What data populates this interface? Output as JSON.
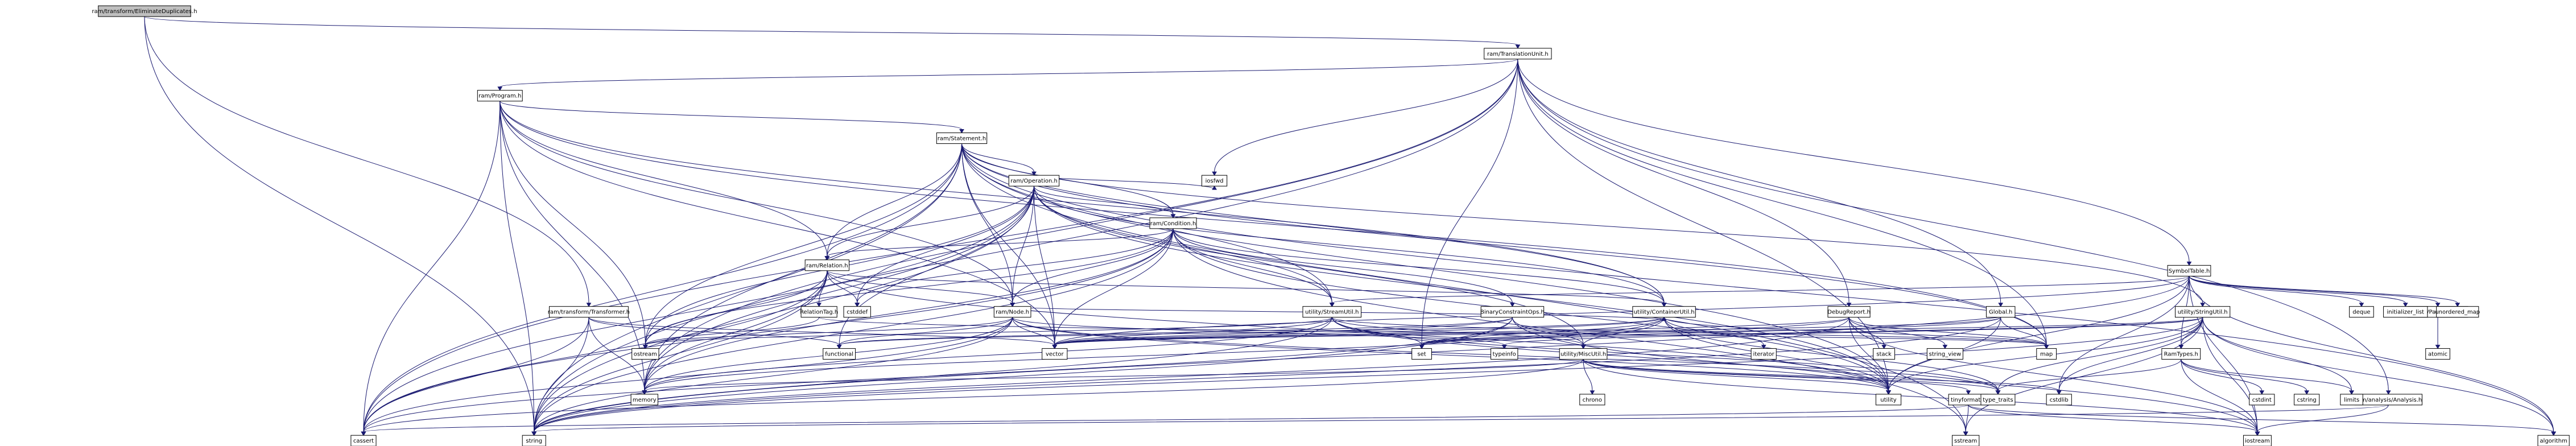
{
  "colors": {
    "edge": "#191970",
    "node_border": "#000000",
    "node_fill": "#ffffff",
    "root_fill": "#bfbfbf",
    "truncated_border": "#ff0000"
  },
  "nodes": [
    {
      "id": "root",
      "label": "ram/transform/EliminateDuplicates.h",
      "kind": "root"
    },
    {
      "id": "tu",
      "label": "ram/TranslationUnit.h"
    },
    {
      "id": "program",
      "label": "ram/Program.h"
    },
    {
      "id": "statement",
      "label": "ram/Statement.h"
    },
    {
      "id": "operation",
      "label": "ram/Operation.h",
      "kind": "truncated"
    },
    {
      "id": "condition",
      "label": "ram/Condition.h",
      "kind": "truncated"
    },
    {
      "id": "relation",
      "label": "ram/Relation.h"
    },
    {
      "id": "ramnode",
      "label": "ram/Node.h"
    },
    {
      "id": "reltag",
      "label": "RelationTag.h"
    },
    {
      "id": "transformer",
      "label": "ram/transform/Transformer.h"
    },
    {
      "id": "symtab",
      "label": "SymbolTable.h"
    },
    {
      "id": "streamutil",
      "label": "utility/StreamUtil.h"
    },
    {
      "id": "binaryops",
      "label": "BinaryConstraintOps.h"
    },
    {
      "id": "containerutil",
      "label": "utility/ContainerUtil.h"
    },
    {
      "id": "debugreport",
      "label": "DebugReport.h"
    },
    {
      "id": "global",
      "label": "Global.h"
    },
    {
      "id": "stringutil",
      "label": "utility/StringUtil.h",
      "kind": "truncated"
    },
    {
      "id": "parallelutil",
      "label": "utility/ParallelUtil.h"
    },
    {
      "id": "miscutil",
      "label": "utility/MiscUtil.h"
    },
    {
      "id": "ramtypes",
      "label": "RamTypes.h"
    },
    {
      "id": "analysis",
      "label": "ram/analysis/Analysis.h"
    },
    {
      "id": "tinyformat",
      "label": "tinyformat.h"
    },
    {
      "id": "iosfwd",
      "label": "iosfwd"
    },
    {
      "id": "cstddef",
      "label": "cstddef"
    },
    {
      "id": "deque",
      "label": "deque"
    },
    {
      "id": "initializer_list",
      "label": "initializer_list"
    },
    {
      "id": "unordered_map",
      "label": "unordered_map"
    },
    {
      "id": "atomic",
      "label": "atomic"
    },
    {
      "id": "ostream",
      "label": "ostream"
    },
    {
      "id": "functional",
      "label": "functional"
    },
    {
      "id": "vector",
      "label": "vector"
    },
    {
      "id": "set",
      "label": "set"
    },
    {
      "id": "typeinfo",
      "label": "typeinfo"
    },
    {
      "id": "iterator",
      "label": "iterator"
    },
    {
      "id": "stack",
      "label": "stack"
    },
    {
      "id": "string_view",
      "label": "string_view"
    },
    {
      "id": "map",
      "label": "map"
    },
    {
      "id": "memory",
      "label": "memory"
    },
    {
      "id": "chrono",
      "label": "chrono"
    },
    {
      "id": "utility",
      "label": "utility"
    },
    {
      "id": "type_traits",
      "label": "type_traits"
    },
    {
      "id": "cstdlib",
      "label": "cstdlib"
    },
    {
      "id": "cstdint",
      "label": "cstdint"
    },
    {
      "id": "cstring",
      "label": "cstring"
    },
    {
      "id": "limits",
      "label": "limits"
    },
    {
      "id": "cassert",
      "label": "cassert"
    },
    {
      "id": "string",
      "label": "string"
    },
    {
      "id": "sstream",
      "label": "sstream"
    },
    {
      "id": "iostream",
      "label": "iostream"
    },
    {
      "id": "algorithm",
      "label": "algorithm"
    }
  ],
  "edges": [
    [
      "root",
      "tu"
    ],
    [
      "root",
      "transformer"
    ],
    [
      "root",
      "string"
    ],
    [
      "tu",
      "program"
    ],
    [
      "tu",
      "symtab"
    ],
    [
      "tu",
      "debugreport"
    ],
    [
      "tu",
      "global"
    ],
    [
      "tu",
      "analysis"
    ],
    [
      "tu",
      "iosfwd"
    ],
    [
      "tu",
      "map"
    ],
    [
      "tu",
      "memory"
    ],
    [
      "tu",
      "utility"
    ],
    [
      "tu",
      "string"
    ],
    [
      "tu",
      "cassert"
    ],
    [
      "tu",
      "set"
    ],
    [
      "program",
      "statement"
    ],
    [
      "program",
      "relation"
    ],
    [
      "program",
      "ramnode"
    ],
    [
      "program",
      "containerutil"
    ],
    [
      "program",
      "map"
    ],
    [
      "program",
      "memory"
    ],
    [
      "program",
      "string"
    ],
    [
      "program",
      "vector"
    ],
    [
      "program",
      "cassert"
    ],
    [
      "program",
      "ostream"
    ],
    [
      "statement",
      "operation"
    ],
    [
      "statement",
      "condition"
    ],
    [
      "statement",
      "relation"
    ],
    [
      "statement",
      "ramnode"
    ],
    [
      "statement",
      "streamutil"
    ],
    [
      "statement",
      "containerutil"
    ],
    [
      "statement",
      "stringutil"
    ],
    [
      "statement",
      "map"
    ],
    [
      "statement",
      "memory"
    ],
    [
      "statement",
      "string"
    ],
    [
      "statement",
      "vector"
    ],
    [
      "statement",
      "cassert"
    ],
    [
      "statement",
      "ostream"
    ],
    [
      "statement",
      "utility"
    ],
    [
      "statement",
      "algorithm"
    ],
    [
      "statement",
      "sstream"
    ],
    [
      "operation",
      "condition"
    ],
    [
      "operation",
      "relation"
    ],
    [
      "operation",
      "ramnode"
    ],
    [
      "operation",
      "streamutil"
    ],
    [
      "operation",
      "containerutil"
    ],
    [
      "operation",
      "iosfwd"
    ],
    [
      "operation",
      "cstddef"
    ],
    [
      "operation",
      "memory"
    ],
    [
      "operation",
      "string"
    ],
    [
      "operation",
      "vector"
    ],
    [
      "operation",
      "cassert"
    ],
    [
      "operation",
      "ostream"
    ],
    [
      "operation",
      "utility"
    ],
    [
      "operation",
      "miscutil"
    ],
    [
      "operation",
      "functional"
    ],
    [
      "condition",
      "relation"
    ],
    [
      "condition",
      "ramnode"
    ],
    [
      "condition",
      "streamutil"
    ],
    [
      "condition",
      "binaryops"
    ],
    [
      "condition",
      "containerutil"
    ],
    [
      "condition",
      "cstddef"
    ],
    [
      "condition",
      "memory"
    ],
    [
      "condition",
      "string"
    ],
    [
      "condition",
      "vector"
    ],
    [
      "condition",
      "cassert"
    ],
    [
      "condition",
      "ostream"
    ],
    [
      "condition",
      "utility"
    ],
    [
      "condition",
      "sstream"
    ],
    [
      "relation",
      "reltag"
    ],
    [
      "relation",
      "ramnode"
    ],
    [
      "relation",
      "containerutil"
    ],
    [
      "relation",
      "cstddef"
    ],
    [
      "relation",
      "memory"
    ],
    [
      "relation",
      "string"
    ],
    [
      "relation",
      "cassert"
    ],
    [
      "relation",
      "ostream"
    ],
    [
      "relation",
      "utility"
    ],
    [
      "reltag",
      "ostream"
    ],
    [
      "reltag",
      "map"
    ],
    [
      "ramnode",
      "containerutil"
    ],
    [
      "ramnode",
      "functional"
    ],
    [
      "ramnode",
      "memory"
    ],
    [
      "ramnode",
      "string"
    ],
    [
      "ramnode",
      "vector"
    ],
    [
      "ramnode",
      "cassert"
    ],
    [
      "ramnode",
      "ostream"
    ],
    [
      "ramnode",
      "utility"
    ],
    [
      "ramnode",
      "typeinfo"
    ],
    [
      "ramnode",
      "type_traits"
    ],
    [
      "transformer",
      "string"
    ],
    [
      "transformer",
      "memory"
    ],
    [
      "transformer",
      "cassert"
    ],
    [
      "transformer",
      "functional"
    ],
    [
      "transformer",
      "vector"
    ],
    [
      "symtab",
      "parallelutil"
    ],
    [
      "symtab",
      "streamutil"
    ],
    [
      "symtab",
      "ramtypes"
    ],
    [
      "symtab",
      "deque"
    ],
    [
      "symtab",
      "initializer_list"
    ],
    [
      "symtab",
      "unordered_map"
    ],
    [
      "symtab",
      "iostream"
    ],
    [
      "symtab",
      "string"
    ],
    [
      "symtab",
      "utility"
    ],
    [
      "symtab",
      "vector"
    ],
    [
      "symtab",
      "cstdlib"
    ],
    [
      "symtab",
      "algorithm"
    ],
    [
      "parallelutil",
      "atomic"
    ],
    [
      "streamutil",
      "miscutil"
    ],
    [
      "streamutil",
      "ostream"
    ],
    [
      "streamutil",
      "set"
    ],
    [
      "streamutil",
      "string"
    ],
    [
      "streamutil",
      "utility"
    ],
    [
      "streamutil",
      "vector"
    ],
    [
      "streamutil",
      "map"
    ],
    [
      "streamutil",
      "memory"
    ],
    [
      "streamutil",
      "type_traits"
    ],
    [
      "binaryops",
      "miscutil"
    ],
    [
      "binaryops",
      "vector"
    ],
    [
      "binaryops",
      "string"
    ],
    [
      "binaryops",
      "functional"
    ],
    [
      "binaryops",
      "iostream"
    ],
    [
      "binaryops",
      "cassert"
    ],
    [
      "containerutil",
      "miscutil"
    ],
    [
      "containerutil",
      "functional"
    ],
    [
      "containerutil",
      "iterator"
    ],
    [
      "containerutil",
      "map"
    ],
    [
      "containerutil",
      "memory"
    ],
    [
      "containerutil",
      "set"
    ],
    [
      "containerutil",
      "utility"
    ],
    [
      "containerutil",
      "vector"
    ],
    [
      "containerutil",
      "type_traits"
    ],
    [
      "debugreport",
      "stack"
    ],
    [
      "debugreport",
      "string_view"
    ],
    [
      "debugreport",
      "set"
    ],
    [
      "debugreport",
      "string"
    ],
    [
      "debugreport",
      "vector"
    ],
    [
      "debugreport",
      "map"
    ],
    [
      "debugreport",
      "utility"
    ],
    [
      "debugreport",
      "iostream"
    ],
    [
      "global",
      "map"
    ],
    [
      "global",
      "string"
    ],
    [
      "global",
      "vector"
    ],
    [
      "global",
      "utility"
    ],
    [
      "global",
      "set"
    ],
    [
      "stringutil",
      "ramtypes"
    ],
    [
      "stringutil",
      "algorithm"
    ],
    [
      "stringutil",
      "cstdlib"
    ],
    [
      "stringutil",
      "iostream"
    ],
    [
      "stringutil",
      "set"
    ],
    [
      "stringutil",
      "sstream"
    ],
    [
      "stringutil",
      "string"
    ],
    [
      "stringutil",
      "typeinfo"
    ],
    [
      "stringutil",
      "utility"
    ],
    [
      "stringutil",
      "vector"
    ],
    [
      "stringutil",
      "type_traits"
    ],
    [
      "stringutil",
      "limits"
    ],
    [
      "miscutil",
      "tinyformat"
    ],
    [
      "miscutil",
      "cassert"
    ],
    [
      "miscutil",
      "chrono"
    ],
    [
      "miscutil",
      "iostream"
    ],
    [
      "miscutil",
      "memory"
    ],
    [
      "miscutil",
      "type_traits"
    ],
    [
      "miscutil",
      "utility"
    ],
    [
      "miscutil",
      "cstdlib"
    ],
    [
      "tinyformat",
      "algorithm"
    ],
    [
      "tinyformat",
      "cassert"
    ],
    [
      "tinyformat",
      "iostream"
    ],
    [
      "tinyformat",
      "sstream"
    ],
    [
      "ramtypes",
      "cstdint"
    ],
    [
      "ramtypes",
      "cstring"
    ],
    [
      "ramtypes",
      "iostream"
    ],
    [
      "ramtypes",
      "limits"
    ],
    [
      "ramtypes",
      "type_traits"
    ],
    [
      "analysis",
      "iostream"
    ],
    [
      "analysis",
      "string"
    ]
  ]
}
